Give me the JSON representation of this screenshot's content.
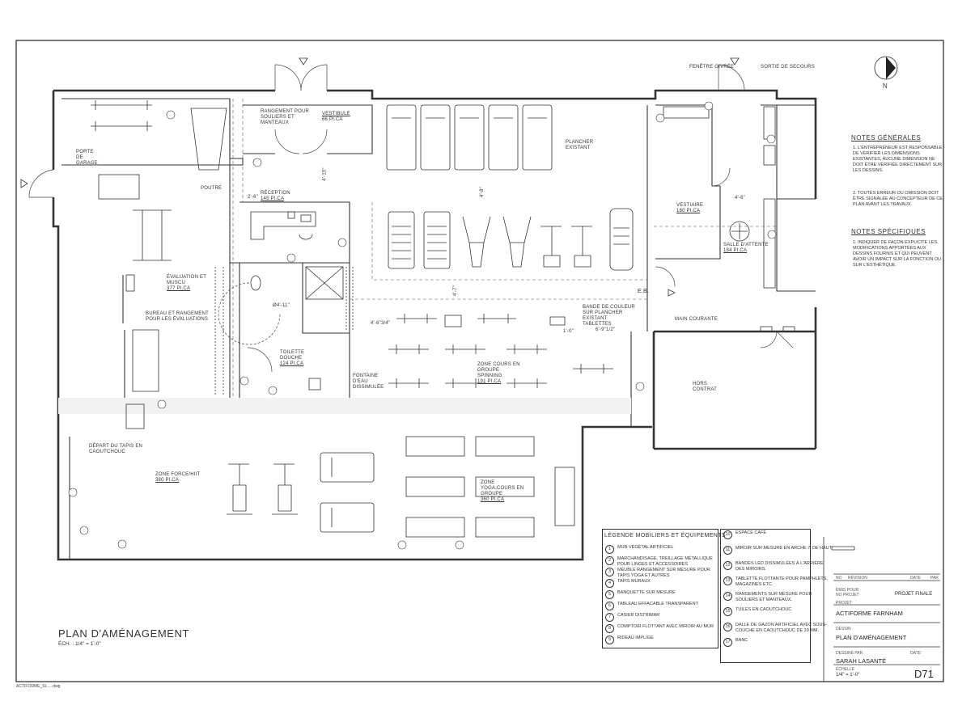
{
  "plan": {
    "title": "PLAN D'AMÉNAGEMENT",
    "scale": "ÉCH. : 1/4\" = 1'-0\"",
    "file_name": "ACTIFORME_SL.....dwg",
    "north_label": "N"
  },
  "rooms": {
    "vestibule": "VESTIBULE",
    "vestibule_area": "66 PI.CA",
    "rangement": "RANGEMENT POUR SOULIERS ET MANTEAUX",
    "reception": "RÉCEPTION",
    "reception_area": "145 PI.CA",
    "evaluation": "ÉVALUATION ET MUSCU",
    "evaluation_area": "377 PI.CA",
    "bureau": "BUREAU ET RANGEMENT POUR LES ÉVALUATIONS",
    "toilette": "TOILETTE DOUCHE",
    "toilette_area": "124 PI.CA",
    "spinning": "ZONE COURS EN GROUPE SPINNING",
    "spinning_area": "191 PI.CA",
    "plancher": "PLANCHER EXISTANT",
    "vestiaire": "VESTIAIRE",
    "vestiaire_area": "180 PI.CA",
    "attente": "SALLE D'ATTENTE",
    "attente_area": "184 PI.CA",
    "hors_contrat": "HORS CONTRAT",
    "zone_force": "ZONE FORCE/HIIT",
    "zone_force_area": "380 PI.CA",
    "zone_yoga": "ZONE YOGA,COURS EN GROUPE",
    "zone_yoga_area": "360 PI.CA"
  },
  "callouts": {
    "porte_garage": "PORTE DE GARAGE",
    "poutre": "POUTRE",
    "fenetre": "FENÊTRE GIVRÉE",
    "sortie": "SORTIE DE SECOURS",
    "bande": "BANDE DE COULEUR SUR PLANCHER EXISTANT",
    "tablettes": "TABLETTES",
    "main_courante": "MAIN COURANTE",
    "fontaine": "FONTAINE D'EAU DISSIMULÉE",
    "depart_tapis": "DÉPART DU TAPIS EN CAOUTCHOUC",
    "eb": "E.B.",
    "diam": "Ø4'-11\"",
    "dim_26": "2'-6\"",
    "dim_410": "4'-10\"",
    "dim_48": "4'-8\"",
    "dim_47": "4'-7\"",
    "dim_46": "4'-6\"",
    "dim_4634": "4'-6\"3/4\"",
    "dim_10": "1'-0\"",
    "dim_6912": "6'-9\"1/2\""
  },
  "notes": {
    "general_title": "NOTES GÉNÉRALES",
    "general": [
      {
        "num": "1.",
        "text": "L'ENTREPRENEUR EST RESPONSABLE DE VÉRIFIER LES DIMENSIONS EXISTANTES, AUCUNE DIMENSION NE DOIT ÊTRE VÉRIFIÉE DIRECTEMENT SUR LES DESSINS."
      },
      {
        "num": "2.",
        "text": "TOUTES ERREUR OU OMISSION DOIT ÊTRE SIGNALÉE AU CONCEPTEUR DE CE PLAN AVANT LES TRAVAUX."
      }
    ],
    "specific_title": "NOTES SPÉCIFIQUES",
    "specific": [
      {
        "num": "1.",
        "text": "INDIQUER DE FAÇON EXPLICITE LES MODIFICATIONS APPORTÉES AUX DESSINS FOURNIS ET QUI PEUVENT AVOIR UN IMPACT SUR LA FONCTION OU SUR L'ESTHÉTIQUE."
      }
    ]
  },
  "legend": {
    "title": "LÉGENDE MOBILIERS ET ÉQUIPEMENTS",
    "left": [
      {
        "num": "1",
        "text": "MUR VÉGÉTAL ARTIFICIEL"
      },
      {
        "num": "2",
        "text": "MARCHANDISAGE, TREILLAGE MÉTALLIQUE POUR LINGES ET ACCESSOIRES"
      },
      {
        "num": "3",
        "text": "MEUBLE RANGEMENT SUR MESURE POUR TAPIS YOGA ET AUTRES"
      },
      {
        "num": "4",
        "text": "TAPIS MURAUX"
      },
      {
        "num": "5",
        "text": "BANQUETTE SUR MESURE"
      },
      {
        "num": "6",
        "text": "TABLEAU EFFACABLE TRANSPARENT"
      },
      {
        "num": "7",
        "text": "CASIER DISTRIMAR"
      },
      {
        "num": "8",
        "text": "COMPTOIR FLOTTANT AVEC MIROIR AU MUR"
      },
      {
        "num": "9",
        "text": "RIDEAU IMPLIGE"
      }
    ],
    "right": [
      {
        "num": "10",
        "text": "ESPACE CAFÉ"
      },
      {
        "num": "11",
        "text": "MIROIR SUR MESURE EN ARCHE 7' DE HAUT"
      },
      {
        "num": "12",
        "text": "BANDES LED DISSIMULÉES À L'ARRIÈRE DES MIROIRS."
      },
      {
        "num": "13",
        "text": "TABLETTE FLOTTANTE POUR PAMPHLETS, MAGAZINES ETC."
      },
      {
        "num": "14",
        "text": "RANGEMENTS SUR MESURE POUR SOULIERS ET MANTEAUX."
      },
      {
        "num": "15",
        "text": "TUILES EN CAOUTCHOUC"
      },
      {
        "num": "16",
        "text": "DALLE DE GAZON ARTIFICIEL AVEC SOUS-COUCHE EN CAOUTCHOUC DE 20 MM."
      },
      {
        "num": "17",
        "text": "BANC"
      }
    ]
  },
  "title_block": {
    "col_no": "NO",
    "col_revision": "RÉVISION",
    "col_date": "DATE",
    "col_par": "PAR",
    "emis_label": "ÉMIS POUR",
    "no_projet_label": "NO PROJET",
    "emis_value": "PROJET FINALE",
    "projet_label": "PROJET",
    "projet_value": "ACTIFORME FARNHAM",
    "dessin_label": "DESSIN",
    "dessin_value": "PLAN D'AMÉNAGEMENT",
    "dessine_label": "DESSINÉ PAR",
    "date_label": "DATE",
    "dessine_value": "SARAH LASANTÉ",
    "echelle_label": "ÉCHELLE",
    "echelle_value": "1/4\" = 1'-0\"",
    "sheet": "D71"
  }
}
